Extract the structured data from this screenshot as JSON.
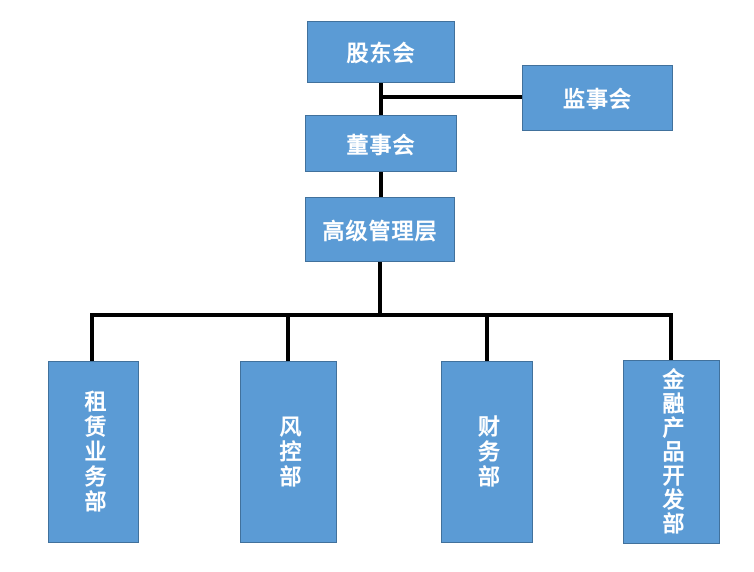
{
  "diagram": {
    "type": "org-chart",
    "colors": {
      "node_fill": "#5B9BD5",
      "node_border": "#41719C",
      "node_text": "#FFFFFF",
      "connector": "#000000",
      "background": "#FFFFFF"
    },
    "nodes": {
      "shareholders": {
        "label": "股东会"
      },
      "supervisory": {
        "label": "监事会"
      },
      "board": {
        "label": "董事会"
      },
      "senior_mgmt": {
        "label": "高级管理层"
      },
      "leasing": {
        "label": "租赁业务部"
      },
      "risk": {
        "label": "风控部"
      },
      "finance": {
        "label": "财务部"
      },
      "product_dev": {
        "label": "金融产品开发部"
      }
    },
    "edges": [
      {
        "from": "股东会",
        "to": "董事会"
      },
      {
        "from": "股东会",
        "to": "监事会"
      },
      {
        "from": "董事会",
        "to": "高级管理层"
      },
      {
        "from": "高级管理层",
        "to": "租赁业务部"
      },
      {
        "from": "高级管理层",
        "to": "风控部"
      },
      {
        "from": "高级管理层",
        "to": "财务部"
      },
      {
        "from": "高级管理层",
        "to": "金融产品开发部"
      }
    ]
  }
}
